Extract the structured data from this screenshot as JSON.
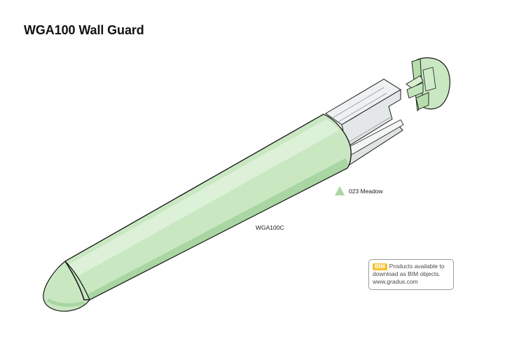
{
  "title": "WGA100 Wall Guard",
  "product_code": "WGA100C",
  "color_key": {
    "label": "023 Meadow",
    "swatch_color": "#a9d6a2"
  },
  "bim_note": {
    "badge": "BIM",
    "line1": "Products available to",
    "line2": "download as BIM objects.",
    "line3": "www.gradus.com"
  },
  "colors": {
    "cover": "#c9e8c2",
    "cover_shadow": "#9fcf97",
    "retainer": "#e9eced",
    "outline": "#1a1a1a",
    "bim_badge": "#f2c230"
  },
  "icons": {
    "color_swatch": "triangle-swatch-icon"
  }
}
